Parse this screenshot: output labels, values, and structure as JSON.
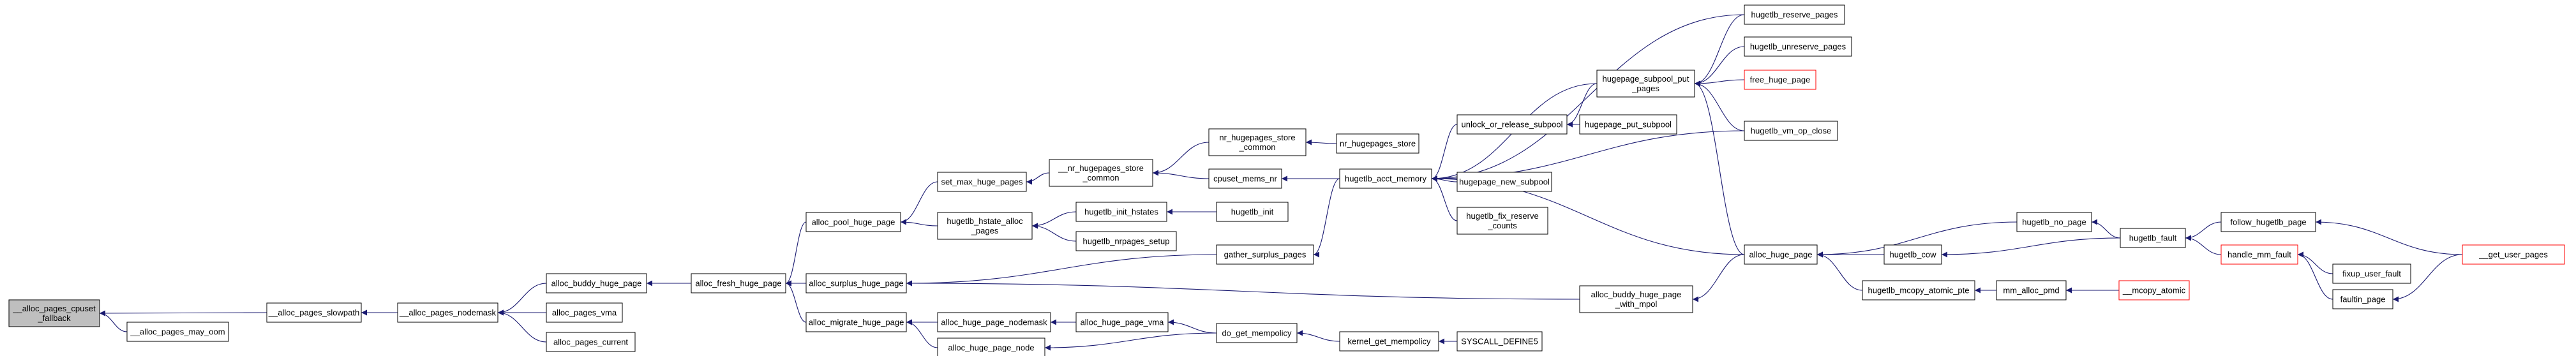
{
  "graph": {
    "edge_color": "#191970",
    "root_fill": "#bfbfbf",
    "external_stroke": "#ff0000",
    "nodes": [
      {
        "id": "n0",
        "lines": [
          "__alloc_pages_cpuset",
          "_fallback"
        ],
        "style": "root"
      },
      {
        "id": "n1",
        "lines": [
          "__alloc_pages_slowpath"
        ]
      },
      {
        "id": "n2",
        "lines": [
          "__alloc_pages_may_oom"
        ]
      },
      {
        "id": "n3",
        "lines": [
          "__alloc_pages_nodemask"
        ]
      },
      {
        "id": "n4",
        "lines": [
          "alloc_buddy_huge_page"
        ]
      },
      {
        "id": "n5",
        "lines": [
          "alloc_pages_vma"
        ]
      },
      {
        "id": "n6",
        "lines": [
          "alloc_pages_current"
        ]
      },
      {
        "id": "n7",
        "lines": [
          "alloc_fresh_huge_page"
        ]
      },
      {
        "id": "n8",
        "lines": [
          "alloc_pool_huge_page"
        ]
      },
      {
        "id": "n9",
        "lines": [
          "alloc_surplus_huge_page"
        ]
      },
      {
        "id": "n10",
        "lines": [
          "alloc_migrate_huge_page"
        ]
      },
      {
        "id": "n11",
        "lines": [
          "set_max_huge_pages"
        ]
      },
      {
        "id": "n12",
        "lines": [
          "hugetlb_hstate_alloc",
          "_pages"
        ]
      },
      {
        "id": "n13",
        "lines": [
          "gather_surplus_pages"
        ]
      },
      {
        "id": "n14",
        "lines": [
          "alloc_huge_page_nodemask"
        ]
      },
      {
        "id": "n15",
        "lines": [
          "alloc_huge_page_node"
        ]
      },
      {
        "id": "n16",
        "lines": [
          "__nr_hugepages_store",
          "_common"
        ]
      },
      {
        "id": "n17",
        "lines": [
          "hugetlb_init_hstates"
        ]
      },
      {
        "id": "n18",
        "lines": [
          "hugetlb_nrpages_setup"
        ]
      },
      {
        "id": "n19",
        "lines": [
          "alloc_huge_page_vma"
        ]
      },
      {
        "id": "n20",
        "lines": [
          "nr_hugepages_store",
          "_common"
        ]
      },
      {
        "id": "n21",
        "lines": [
          "cpuset_mems_nr"
        ]
      },
      {
        "id": "n22",
        "lines": [
          "hugetlb_init"
        ]
      },
      {
        "id": "n23",
        "lines": [
          "do_get_mempolicy"
        ]
      },
      {
        "id": "n24",
        "lines": [
          "nr_hugepages_store"
        ]
      },
      {
        "id": "n25",
        "lines": [
          "hugetlb_acct_memory"
        ]
      },
      {
        "id": "n26",
        "lines": [
          "kernel_get_mempolicy"
        ]
      },
      {
        "id": "n27",
        "lines": [
          "SYSCALL_DEFINE5"
        ]
      },
      {
        "id": "n28",
        "lines": [
          "unlock_or_release_subpool"
        ]
      },
      {
        "id": "n29",
        "lines": [
          "hugepage_new_subpool"
        ]
      },
      {
        "id": "n30",
        "lines": [
          "hugetlb_fix_reserve",
          "_counts"
        ]
      },
      {
        "id": "n31",
        "lines": [
          "alloc_buddy_huge_page",
          "_with_mpol"
        ]
      },
      {
        "id": "n32",
        "lines": [
          "hugepage_subpool_put",
          "_pages"
        ]
      },
      {
        "id": "n33",
        "lines": [
          "hugepage_put_subpool"
        ]
      },
      {
        "id": "n34",
        "lines": [
          "hugetlb_reserve_pages"
        ]
      },
      {
        "id": "n35",
        "lines": [
          "hugetlb_unreserve_pages"
        ]
      },
      {
        "id": "n36",
        "lines": [
          "free_huge_page"
        ],
        "style": "external"
      },
      {
        "id": "n37",
        "lines": [
          "hugetlb_vm_op_close"
        ]
      },
      {
        "id": "n38",
        "lines": [
          "alloc_huge_page"
        ]
      },
      {
        "id": "n39",
        "lines": [
          "hugetlb_cow"
        ]
      },
      {
        "id": "n40",
        "lines": [
          "hugetlb_mcopy_atomic_pte"
        ]
      },
      {
        "id": "n41",
        "lines": [
          "hugetlb_no_page"
        ]
      },
      {
        "id": "n42",
        "lines": [
          "mm_alloc_pmd"
        ]
      },
      {
        "id": "n43",
        "lines": [
          "__mcopy_atomic"
        ],
        "style": "external"
      },
      {
        "id": "n44",
        "lines": [
          "hugetlb_fault"
        ]
      },
      {
        "id": "n45",
        "lines": [
          "follow_hugetlb_page"
        ]
      },
      {
        "id": "n46",
        "lines": [
          "handle_mm_fault"
        ],
        "style": "external"
      },
      {
        "id": "n47",
        "lines": [
          "fixup_user_fault"
        ]
      },
      {
        "id": "n48",
        "lines": [
          "faultin_page"
        ]
      },
      {
        "id": "n49",
        "lines": [
          "__get_user_pages"
        ],
        "style": "external"
      }
    ],
    "edges": [
      [
        "n1",
        "n0"
      ],
      [
        "n2",
        "n0"
      ],
      [
        "n3",
        "n1"
      ],
      [
        "n4",
        "n3"
      ],
      [
        "n5",
        "n3"
      ],
      [
        "n6",
        "n3"
      ],
      [
        "n7",
        "n4"
      ],
      [
        "n8",
        "n7"
      ],
      [
        "n9",
        "n7"
      ],
      [
        "n10",
        "n7"
      ],
      [
        "n11",
        "n8"
      ],
      [
        "n12",
        "n8"
      ],
      [
        "n13",
        "n9"
      ],
      [
        "n31",
        "n9"
      ],
      [
        "n14",
        "n10"
      ],
      [
        "n15",
        "n10"
      ],
      [
        "n16",
        "n11"
      ],
      [
        "n17",
        "n12"
      ],
      [
        "n18",
        "n12"
      ],
      [
        "n19",
        "n14"
      ],
      [
        "n23",
        "n15"
      ],
      [
        "n20",
        "n16"
      ],
      [
        "n21",
        "n16"
      ],
      [
        "n22",
        "n17"
      ],
      [
        "n23",
        "n19"
      ],
      [
        "n24",
        "n20"
      ],
      [
        "n25",
        "n21"
      ],
      [
        "n25",
        "n13"
      ],
      [
        "n26",
        "n23"
      ],
      [
        "n27",
        "n26"
      ],
      [
        "n28",
        "n25"
      ],
      [
        "n29",
        "n25"
      ],
      [
        "n30",
        "n25"
      ],
      [
        "n38",
        "n25"
      ],
      [
        "n32",
        "n25"
      ],
      [
        "n34",
        "n25"
      ],
      [
        "n37",
        "n25"
      ],
      [
        "n33",
        "n28"
      ],
      [
        "n32",
        "n28"
      ],
      [
        "n34",
        "n32"
      ],
      [
        "n35",
        "n32"
      ],
      [
        "n36",
        "n32"
      ],
      [
        "n37",
        "n32"
      ],
      [
        "n38",
        "n32"
      ],
      [
        "n38",
        "n31"
      ],
      [
        "n39",
        "n38"
      ],
      [
        "n40",
        "n38"
      ],
      [
        "n41",
        "n38"
      ],
      [
        "n44",
        "n39"
      ],
      [
        "n44",
        "n41"
      ],
      [
        "n42",
        "n40"
      ],
      [
        "n43",
        "n42"
      ],
      [
        "n45",
        "n44"
      ],
      [
        "n46",
        "n44"
      ],
      [
        "n49",
        "n45"
      ],
      [
        "n47",
        "n46"
      ],
      [
        "n48",
        "n46"
      ],
      [
        "n49",
        "n48"
      ]
    ]
  }
}
